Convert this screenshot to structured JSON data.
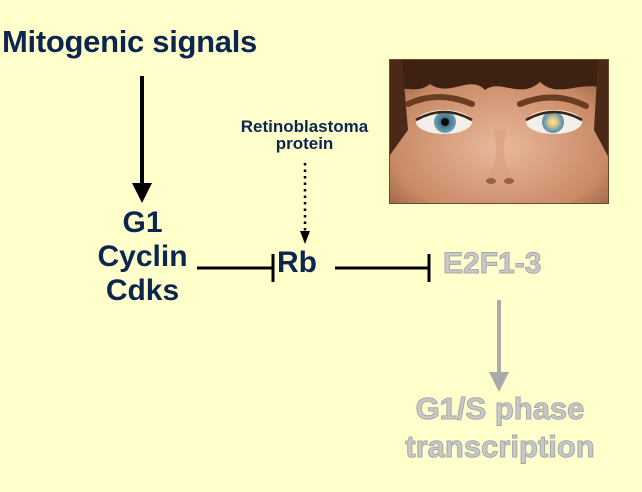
{
  "title": "Mitogenic signals",
  "nodes": {
    "g1_cyclin_cdks": [
      "G1",
      "Cyclin",
      "Cdks"
    ],
    "rb_description": [
      "Retinoblastoma",
      "protein"
    ],
    "rb": "Rb",
    "e2f": "E2F1-3",
    "g1s_transcription": [
      "G1/S phase",
      "transcription"
    ]
  },
  "colors": {
    "background": "#ffffcc",
    "text_primary": "#0d2650",
    "text_faded": "#c8c8c8",
    "arrow_primary": "#000000",
    "arrow_faded": "#aaaaaa"
  },
  "photo": {
    "icon": "child-eye-photo-icon"
  }
}
